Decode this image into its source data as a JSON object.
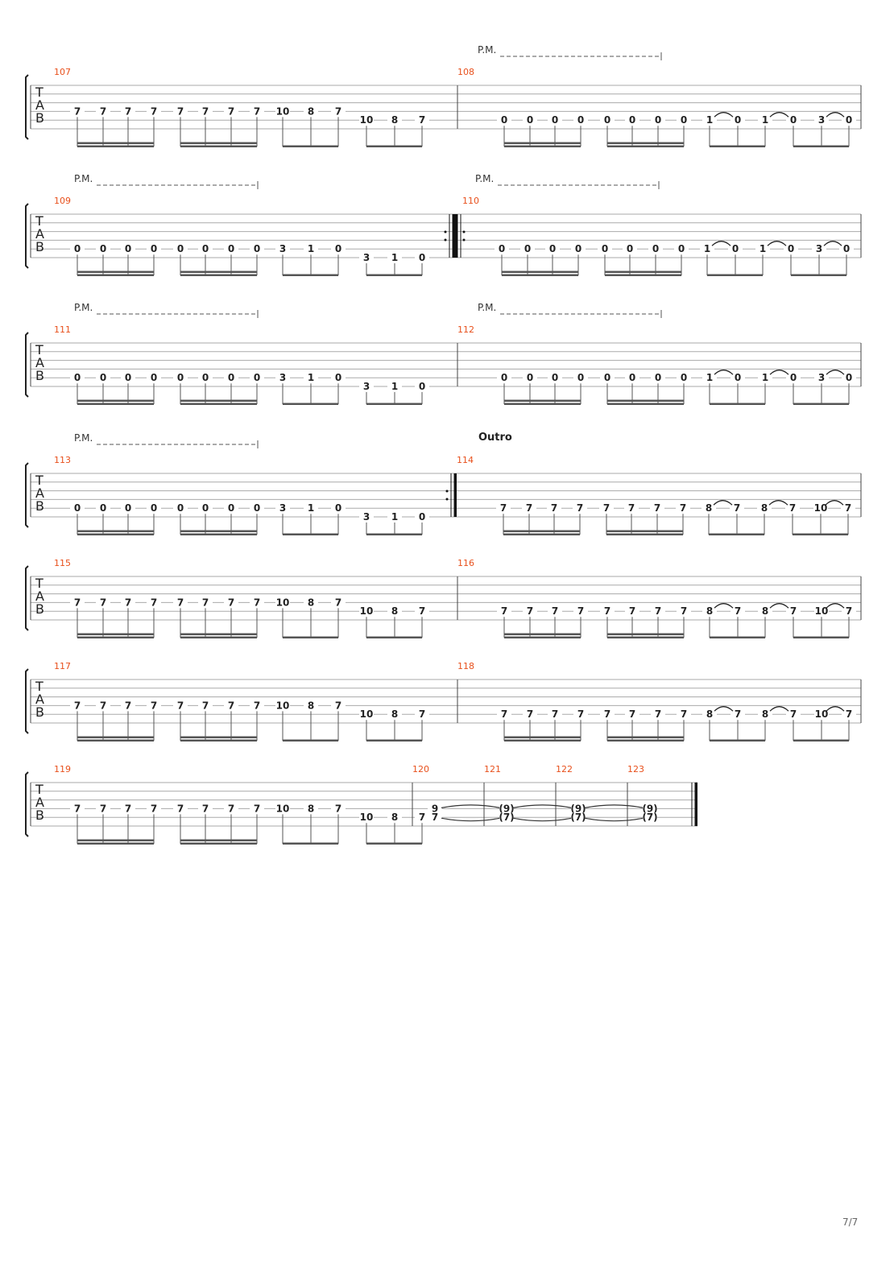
{
  "page": {
    "number_label": "7/7"
  },
  "tab_clef_letters": [
    "T",
    "A",
    "B"
  ],
  "palm_mute_label": "P.M.",
  "section_marker": {
    "label": "Outro",
    "measure": 114
  },
  "measures": [
    {
      "number": "107",
      "figure": "A",
      "pm": false,
      "repeat_start": false,
      "repeat_end": false
    },
    {
      "number": "108",
      "figure": "B",
      "pm": true,
      "repeat_start": false,
      "repeat_end": false
    },
    {
      "number": "109",
      "figure": "C",
      "pm": true,
      "repeat_start": false,
      "repeat_end": true
    },
    {
      "number": "110",
      "figure": "B",
      "pm": true,
      "repeat_start": true,
      "repeat_end": false
    },
    {
      "number": "111",
      "figure": "C",
      "pm": true,
      "repeat_start": false,
      "repeat_end": false
    },
    {
      "number": "112",
      "figure": "B",
      "pm": true,
      "repeat_start": false,
      "repeat_end": false
    },
    {
      "number": "113",
      "figure": "C",
      "pm": true,
      "repeat_start": false,
      "repeat_end": true
    },
    {
      "number": "114",
      "figure": "D",
      "pm": false,
      "repeat_start": false,
      "repeat_end": false
    },
    {
      "number": "115",
      "figure": "A",
      "pm": false,
      "repeat_start": false,
      "repeat_end": false
    },
    {
      "number": "116",
      "figure": "D",
      "pm": false,
      "repeat_start": false,
      "repeat_end": false
    },
    {
      "number": "117",
      "figure": "A",
      "pm": false,
      "repeat_start": false,
      "repeat_end": false
    },
    {
      "number": "118",
      "figure": "D",
      "pm": false,
      "repeat_start": false,
      "repeat_end": false
    },
    {
      "number": "119",
      "figure": "A",
      "pm": false,
      "repeat_start": false,
      "repeat_end": false
    },
    {
      "number": "120",
      "figure": "E",
      "pm": false,
      "repeat_start": false,
      "repeat_end": false
    },
    {
      "number": "121",
      "figure": "F",
      "pm": false,
      "repeat_start": false,
      "repeat_end": false
    },
    {
      "number": "122",
      "figure": "F",
      "pm": false,
      "repeat_start": false,
      "repeat_end": false
    },
    {
      "number": "123",
      "figure": "F",
      "pm": false,
      "repeat_start": false,
      "repeat_end": true
    }
  ],
  "figures": {
    "A": {
      "notes": [
        {
          "s": 4,
          "f": "7"
        },
        {
          "s": 4,
          "f": "7"
        },
        {
          "s": 4,
          "f": "7"
        },
        {
          "s": 4,
          "f": "7"
        },
        {
          "s": 4,
          "f": "7"
        },
        {
          "s": 4,
          "f": "7"
        },
        {
          "s": 4,
          "f": "7"
        },
        {
          "s": 4,
          "f": "7"
        },
        {
          "s": 4,
          "f": "10"
        },
        {
          "s": 4,
          "f": "8"
        },
        {
          "s": 4,
          "f": "7"
        },
        {
          "s": 5,
          "f": "10"
        },
        {
          "s": 5,
          "f": "8"
        },
        {
          "s": 5,
          "f": "7"
        }
      ],
      "ties": []
    },
    "B": {
      "notes": [
        {
          "s": 5,
          "f": "0"
        },
        {
          "s": 5,
          "f": "0"
        },
        {
          "s": 5,
          "f": "0"
        },
        {
          "s": 5,
          "f": "0"
        },
        {
          "s": 5,
          "f": "0"
        },
        {
          "s": 5,
          "f": "0"
        },
        {
          "s": 5,
          "f": "0"
        },
        {
          "s": 5,
          "f": "0"
        },
        {
          "s": 5,
          "f": "1"
        },
        {
          "s": 5,
          "f": "0"
        },
        {
          "s": 5,
          "f": "1"
        },
        {
          "s": 5,
          "f": "0"
        },
        {
          "s": 5,
          "f": "3"
        },
        {
          "s": 5,
          "f": "0"
        }
      ],
      "ties": [
        [
          8,
          9
        ],
        [
          10,
          11
        ],
        [
          12,
          13
        ]
      ]
    },
    "C": {
      "notes": [
        {
          "s": 5,
          "f": "0"
        },
        {
          "s": 5,
          "f": "0"
        },
        {
          "s": 5,
          "f": "0"
        },
        {
          "s": 5,
          "f": "0"
        },
        {
          "s": 5,
          "f": "0"
        },
        {
          "s": 5,
          "f": "0"
        },
        {
          "s": 5,
          "f": "0"
        },
        {
          "s": 5,
          "f": "0"
        },
        {
          "s": 5,
          "f": "3"
        },
        {
          "s": 5,
          "f": "1"
        },
        {
          "s": 5,
          "f": "0"
        },
        {
          "s": 6,
          "f": "3"
        },
        {
          "s": 6,
          "f": "1"
        },
        {
          "s": 6,
          "f": "0"
        }
      ],
      "ties": []
    },
    "D": {
      "notes": [
        {
          "s": 5,
          "f": "7"
        },
        {
          "s": 5,
          "f": "7"
        },
        {
          "s": 5,
          "f": "7"
        },
        {
          "s": 5,
          "f": "7"
        },
        {
          "s": 5,
          "f": "7"
        },
        {
          "s": 5,
          "f": "7"
        },
        {
          "s": 5,
          "f": "7"
        },
        {
          "s": 5,
          "f": "7"
        },
        {
          "s": 5,
          "f": "8"
        },
        {
          "s": 5,
          "f": "7"
        },
        {
          "s": 5,
          "f": "8"
        },
        {
          "s": 5,
          "f": "7"
        },
        {
          "s": 5,
          "f": "10"
        },
        {
          "s": 5,
          "f": "7"
        }
      ],
      "ties": [
        [
          8,
          9
        ],
        [
          10,
          11
        ],
        [
          12,
          13
        ]
      ]
    },
    "E": {
      "notes": [
        {
          "s": 4,
          "f": "9"
        },
        {
          "s": 5,
          "f": "7"
        }
      ],
      "ties": []
    },
    "F": {
      "notes": [
        {
          "s": 4,
          "f": "(9)"
        },
        {
          "s": 5,
          "f": "(7)"
        }
      ],
      "ties": []
    }
  }
}
